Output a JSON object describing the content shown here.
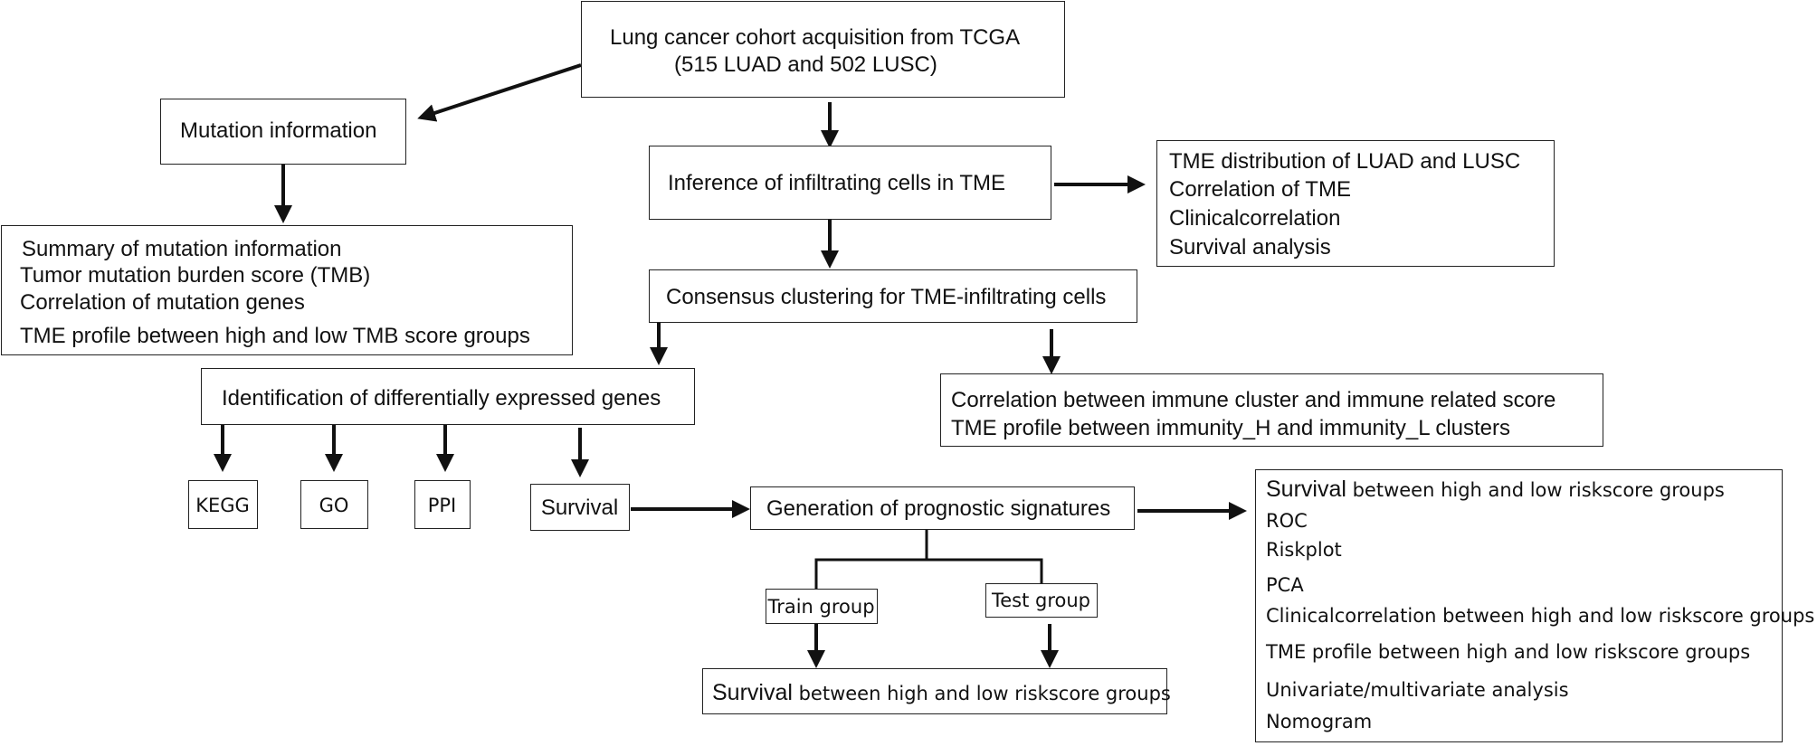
{
  "top": {
    "line1": "Lung cancer cohort acquisition from TCGA",
    "line2": "(515 LUAD and 502 LUSC)"
  },
  "mutation": {
    "title": "Mutation information",
    "items": [
      "Summary of mutation information",
      "Tumor mutation burden score (TMB)",
      "Correlation of mutation genes",
      "TME profile between high and low TMB score groups"
    ]
  },
  "inference": {
    "title": "Inference of infiltrating cells in TME"
  },
  "tme": {
    "items": [
      "TME distribution of LUAD and LUSC",
      "Correlation of TME",
      "Clinicalcorrelation",
      "Survival analysis"
    ]
  },
  "consensus": {
    "title": "Consensus clustering for TME-infiltrating cells"
  },
  "deg": {
    "title": "Identification of differentially expressed genes"
  },
  "immune": {
    "items": [
      "Correlation between immune cluster and immune related score",
      "TME profile between immunity_H and immunity_L clusters"
    ]
  },
  "analysis": {
    "kegg": "KEGG",
    "go": "GO",
    "ppi": "PPI",
    "survival": "Survival"
  },
  "prognostic": {
    "title": "Generation of prognostic signatures"
  },
  "groups": {
    "train": "Train group",
    "test": "Test group"
  },
  "bottom": {
    "bold": "Survival",
    "rest": " between high and low riskscore groups"
  },
  "results": {
    "first_bold": "Survival",
    "first_rest": " between high and low riskscore groups",
    "items": [
      "ROC",
      "Riskplot",
      "PCA",
      "Clinicalcorrelation between high and low riskscore groups",
      "TME profile between high and low riskscore groups",
      "Univariate/multivariate analysis",
      "Nomogram"
    ]
  }
}
